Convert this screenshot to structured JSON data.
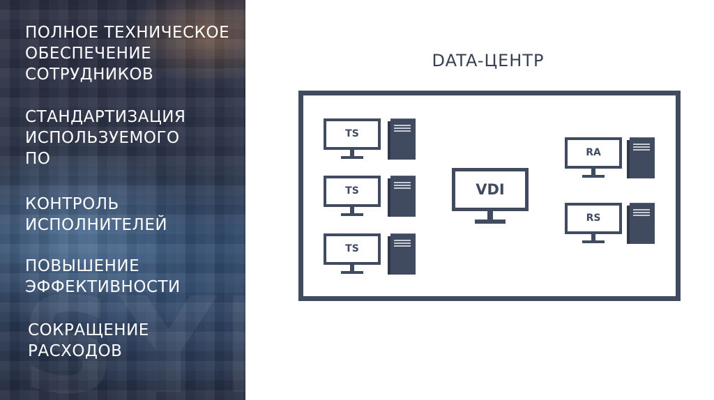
{
  "left_panel": {
    "items": [
      "ПОЛНОЕ ТЕХНИЧЕСКОЕ\nОБЕСПЕЧЕНИЕ\nСОТРУДНИКОВ",
      "СТАНДАРТИЗАЦИЯ\nИСПОЛЬЗУЕМОГО\nПО",
      "КОНТРОЛЬ\nИСПОЛНИТЕЛЕЙ",
      "ПОВЫШЕНИЕ\nЭФФЕКТИВНОСТИ",
      "СОКРАЩЕНИЕ\nРАСХОДОВ"
    ],
    "watermark": "SYN"
  },
  "diagram": {
    "title": "DATA-ЦЕНТР",
    "nodes": {
      "ts_1": "TS",
      "ts_2": "TS",
      "ts_3": "TS",
      "vdi": "VDI",
      "ra": "RA",
      "rs": "RS"
    }
  },
  "colors": {
    "diagram_stroke": "#414b60",
    "panel_text": "#ffffff",
    "title_text": "#38404f"
  }
}
